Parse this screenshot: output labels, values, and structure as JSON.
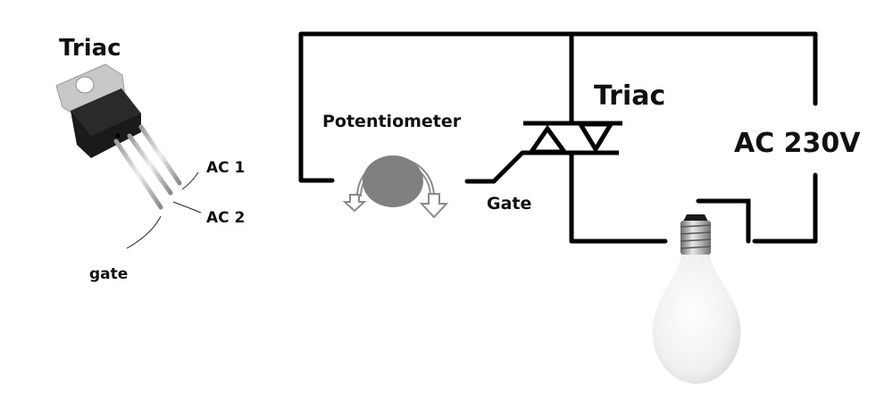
{
  "component_panel": {
    "title": "Triac",
    "pin_labels": {
      "ac1": "AC 1",
      "ac2": "AC 2",
      "gate": "gate"
    }
  },
  "circuit": {
    "potentiometer_label": "Potentiometer",
    "triac_label": "Triac",
    "gate_label": "Gate",
    "source_label": "AC 230V",
    "load": "light-bulb"
  },
  "colors": {
    "wire": "#000000",
    "potentiometer_knob": "#808080",
    "arrow_outline": "#8a8a8a",
    "package_body": "#1a1a1a",
    "package_tab": "#c8c8c8",
    "bulb_glass": "#f2f2f2"
  }
}
